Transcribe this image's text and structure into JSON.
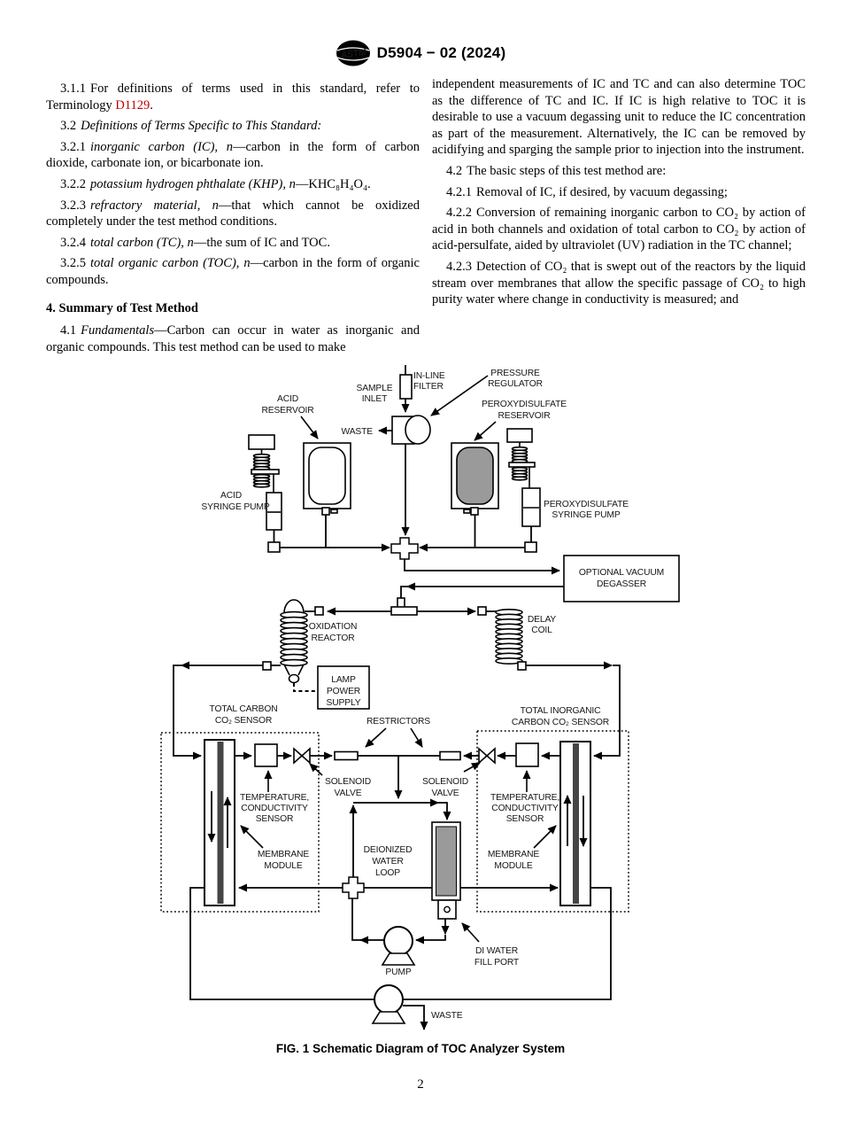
{
  "header": {
    "logo_text": "ASTM",
    "title": "D5904 − 02 (2024)"
  },
  "text": {
    "left": {
      "p311": {
        "num": "3.1.1",
        "pre": "For definitions of terms used in this standard, refer to Terminology ",
        "link": "D1129",
        "post": "."
      },
      "p32": {
        "num": "3.2",
        "italic": "Definitions of Terms Specific to This Standard:"
      },
      "p321": {
        "num": "3.2.1",
        "italic": "inorganic carbon (IC), n",
        "rest": "—carbon in the form of carbon dioxide, carbonate ion, or bicarbonate ion."
      },
      "p322": {
        "num": "3.2.2",
        "italic": "potassium hydrogen phthalate (KHP), n",
        "rest": "—KHC₈H₄O₄."
      },
      "p323": {
        "num": "3.2.3",
        "italic": "refractory material, n",
        "rest": "—that which cannot be oxidized completely under the test method conditions."
      },
      "p324": {
        "num": "3.2.4",
        "italic": "total carbon (TC), n",
        "rest": "—the sum of IC and TOC."
      },
      "p325": {
        "num": "3.2.5",
        "italic": "total organic carbon (TOC), n",
        "rest": "—carbon in the form of organic compounds."
      },
      "heading4": "4. Summary of Test Method",
      "p41": {
        "num": "4.1",
        "italic": "Fundamentals",
        "rest": "—Carbon can occur in water as inorganic and organic compounds. This test method can be used to make"
      }
    },
    "right": {
      "cont": "independent measurements of IC and TC and can also determine TOC as the difference of TC and IC. If IC is high relative to TOC it is desirable to use a vacuum degassing unit to reduce the IC concentration as part of the measurement. Alternatively, the IC can be removed by acidifying and sparging the sample prior to injection into the instrument.",
      "p42": {
        "num": "4.2",
        "rest": "The basic steps of this test method are:"
      },
      "p421": {
        "num": "4.2.1",
        "rest": "Removal of IC, if desired, by vacuum degassing;"
      },
      "p422": {
        "num": "4.2.2",
        "rest": "Conversion of remaining inorganic carbon to CO₂ by action of acid in both channels and oxidation of total carbon to CO₂ by action of acid-persulfate, aided by ultraviolet (UV) radiation in the TC channel;"
      },
      "p423": {
        "num": "4.2.3",
        "rest": "Detection of CO₂ that is swept out of the reactors by the liquid stream over membranes that allow the specific passage of CO₂ to high purity water where change in conductivity is measured; and"
      }
    }
  },
  "diagram": {
    "in_line_filter": [
      "IN-LINE",
      "FILTER"
    ],
    "sample_inlet": [
      "SAMPLE",
      "INLET"
    ],
    "pressure_regulator": [
      "PRESSURE",
      "REGULATOR"
    ],
    "waste_top": "WASTE",
    "acid_reservoir": [
      "ACID",
      "RESERVOIR"
    ],
    "acid_syringe_pump": [
      "ACID",
      "SYRINGE PUMP"
    ],
    "peroxydisulfate_reservoir": [
      "PEROXYDISULFATE",
      "RESERVOIR"
    ],
    "peroxydisulfate_syringe_pump": [
      "PEROXYDISULFATE",
      "SYRINGE PUMP"
    ],
    "optional_vacuum_degasser": [
      "OPTIONAL VACUUM",
      "DEGASSER"
    ],
    "oxidation_reactor": [
      "OXIDATION",
      "REACTOR"
    ],
    "delay_coil": [
      "DELAY",
      "COIL"
    ],
    "lamp_power_supply": [
      "LAMP",
      "POWER",
      "SUPPLY"
    ],
    "tc_sensor": [
      "TOTAL CARBON",
      "CO₂ SENSOR"
    ],
    "tic_sensor": [
      "TOTAL INORGANIC",
      "CARBON CO₂ SENSOR"
    ],
    "restrictors": "RESTRICTORS",
    "solenoid_valve": [
      "SOLENOID",
      "VALVE"
    ],
    "temp_cond_sensor": [
      "TEMPERATURE,",
      "CONDUCTIVITY",
      "SENSOR"
    ],
    "membrane_module": [
      "MEMBRANE",
      "MODULE"
    ],
    "deionized_water_loop": [
      "DEIONIZED",
      "WATER",
      "LOOP"
    ],
    "di_water_fill_port": [
      "DI WATER",
      "FILL PORT"
    ],
    "pump": "PUMP",
    "waste_bottom": "WASTE"
  },
  "caption": "FIG. 1  Schematic Diagram of TOC Analyzer System",
  "page_number": "2",
  "colors": {
    "link_red": "#c00000",
    "reservoir_gray": "#9a9a9a",
    "stripe_gray": "#454545"
  }
}
